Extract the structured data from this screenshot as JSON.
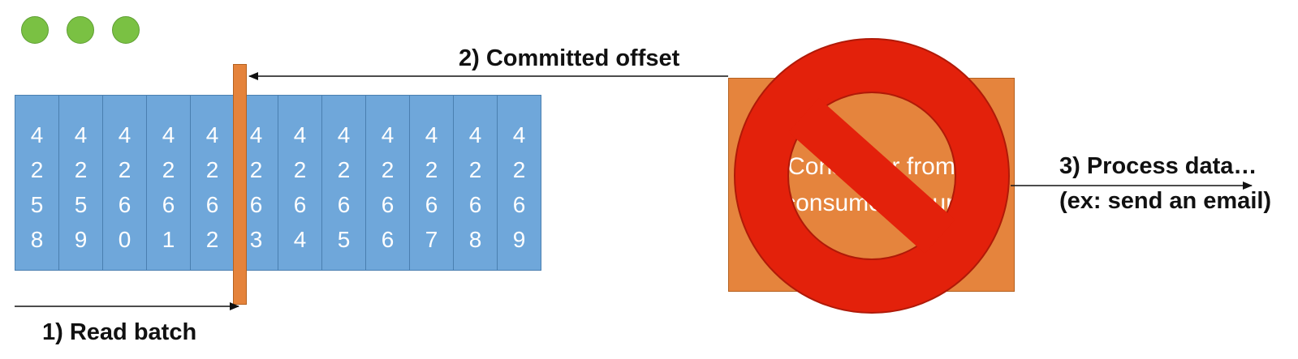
{
  "window_controls": [
    {
      "name": "window-dot-1",
      "color": "#7ac143"
    },
    {
      "name": "window-dot-2",
      "color": "#7ac143"
    },
    {
      "name": "window-dot-3",
      "color": "#7ac143"
    }
  ],
  "log": {
    "offsets": [
      "4258",
      "4259",
      "4260",
      "4261",
      "4262",
      "4263",
      "4264",
      "4265",
      "4266",
      "4267",
      "4268",
      "4269"
    ],
    "cell_color": "#6fa7da"
  },
  "offset_marker_color": "#e5833b",
  "consumer": {
    "lines": [
      "Consumer from",
      "consumer group"
    ],
    "box_color": "#e5843d",
    "prohibited_symbol_color": "#e3210b"
  },
  "labels": {
    "read_batch": "1) Read batch",
    "committed_offset": "2) Committed offset",
    "process_data": "3) Process data…",
    "process_example": "(ex: send an email)"
  }
}
